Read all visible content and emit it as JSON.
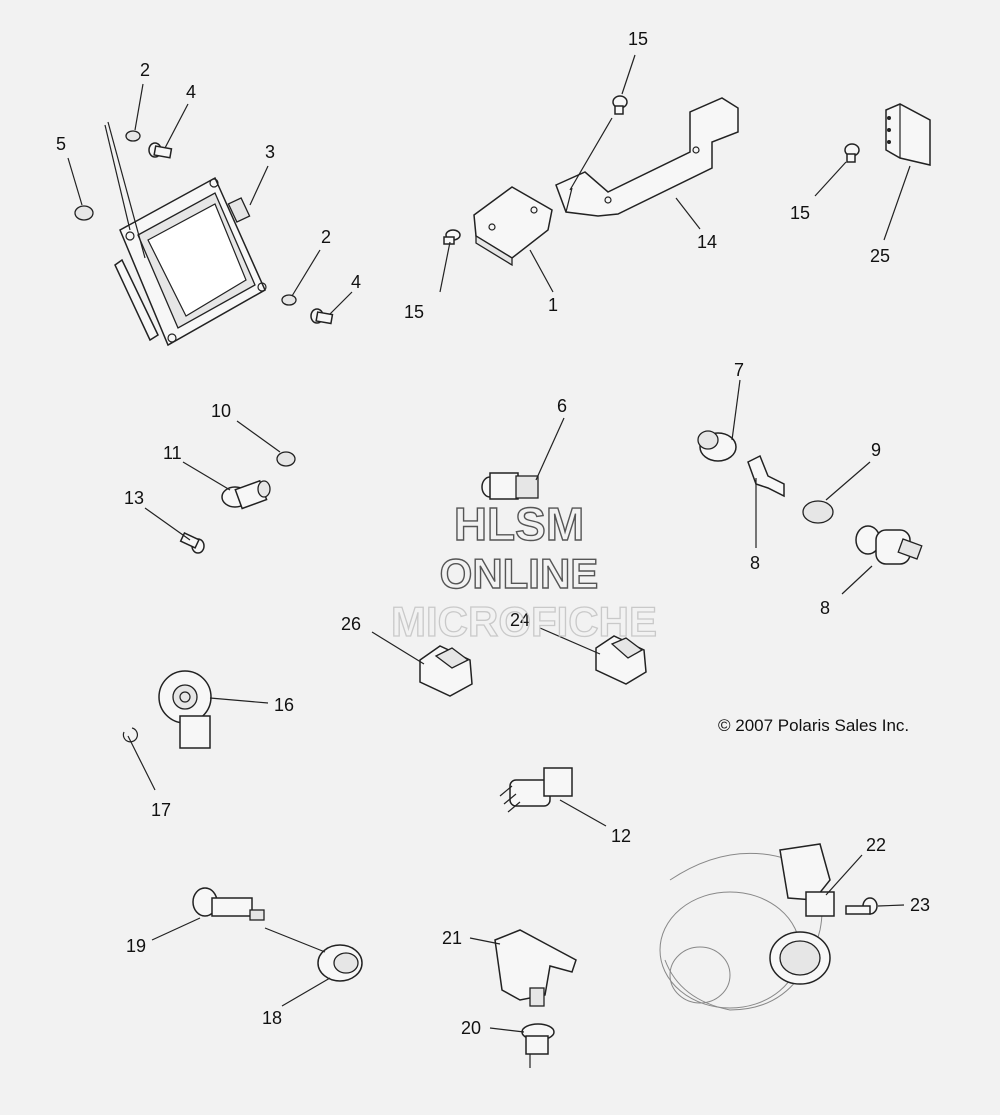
{
  "diagram": {
    "watermark": {
      "line1": "HLSM",
      "line2": "ONLINE",
      "line3": "MICROFICHE"
    },
    "copyright": "© 2007 Polaris Sales Inc.",
    "callouts": {
      "c1": "1",
      "c2a": "2",
      "c2b": "2",
      "c3": "3",
      "c4a": "4",
      "c4b": "4",
      "c5": "5",
      "c6": "6",
      "c7": "7",
      "c8a": "8",
      "c8b": "8",
      "c9": "9",
      "c10": "10",
      "c11": "11",
      "c12": "12",
      "c13": "13",
      "c14": "14",
      "c15a": "15",
      "c15b": "15",
      "c15c": "15",
      "c16": "16",
      "c17": "17",
      "c18": "18",
      "c19": "19",
      "c20": "20",
      "c21": "21",
      "c22": "22",
      "c23": "23",
      "c24": "24",
      "c25": "25",
      "c26": "26"
    }
  }
}
